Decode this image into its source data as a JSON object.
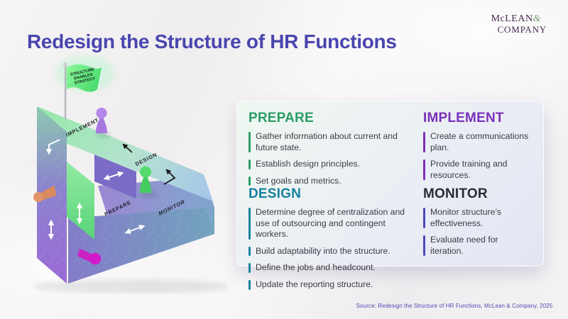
{
  "page": {
    "title": "Redesign the Structure of HR Functions",
    "title_color": "#4946ae",
    "source": "Source: Redesign the Structure of HR Functions, McLean & Company, 2025"
  },
  "logo": {
    "name_top": "McLEAN",
    "ampersand": "&",
    "name_bottom": "COMPANY",
    "color": "#47284f"
  },
  "diagram": {
    "flag": {
      "lines": [
        "STRUCTURE",
        "ENABLES",
        "STRATEGY"
      ],
      "color": "#55e174"
    },
    "labels": {
      "implement": "IMPLEMENT",
      "design": "DESIGN",
      "prepare": "PREPARE",
      "monitor": "MONITOR"
    },
    "pieces": [
      "purple-pawn",
      "green-pawn",
      "orange-peg",
      "magenta-peg"
    ],
    "arrow_icons": [
      "double-arrow-icon",
      "corner-arrow-icon",
      "up-arrow-icon",
      "bent-arrow-icon"
    ]
  },
  "card": {
    "sections": [
      {
        "id": "prepare",
        "heading": "PREPARE",
        "color": "#2a9d64",
        "bullets": [
          "Gather information about current and future state.",
          "Establish design principles.",
          "Set goals and metrics."
        ]
      },
      {
        "id": "design",
        "heading": "DESIGN",
        "color": "#17809f",
        "bullets": [
          "Determine degree of centralization and use of outsourcing and contingent workers.",
          "Build adaptability into the structure.",
          "Define the jobs and headcount.",
          "Update the reporting structure."
        ]
      },
      {
        "id": "implement",
        "heading": "IMPLEMENT",
        "color": "#7a2fb8",
        "bullets": [
          "Create a communications plan.",
          "Provide training and resources."
        ]
      },
      {
        "id": "monitor",
        "heading": "MONITOR",
        "color": "#2b2b33",
        "bar_color": "#4a4ab8",
        "bullets": [
          "Monitor structure’s effectiveness.",
          "Evaluate need for iteration."
        ]
      }
    ]
  }
}
